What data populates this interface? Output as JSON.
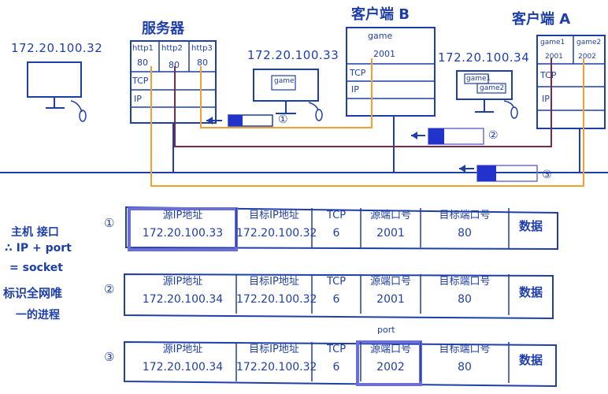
{
  "hosts": {
    "h32": {
      "ip": "172.20.100.32"
    },
    "h33": {
      "ip": "172.20.100.33",
      "screen_label": "game"
    },
    "h34": {
      "ip": "172.20.100.34",
      "screen_labels": [
        "game1",
        "game2"
      ]
    }
  },
  "server": {
    "title": "服务器",
    "ports": [
      {
        "name": "http1",
        "num": "80"
      },
      {
        "name": "http2",
        "num": "80"
      },
      {
        "name": "http3",
        "num": "80"
      }
    ],
    "layers": [
      "TCP",
      "IP"
    ]
  },
  "client_b": {
    "title": "客户端 B",
    "app": {
      "name": "game",
      "port": "2001"
    },
    "layers": [
      "TCP",
      "IP"
    ]
  },
  "client_a": {
    "title": "客户端 A",
    "apps": [
      {
        "name": "game1",
        "port": "2001"
      },
      {
        "name": "game2",
        "port": "2002"
      }
    ],
    "layers": [
      "TCP",
      "IP"
    ]
  },
  "packet_markers": [
    "①",
    "②",
    "③"
  ],
  "notes": [
    "主机 接口",
    "∴ IP + port",
    "= socket",
    "标识全网唯",
    "一的进程"
  ],
  "packets": [
    {
      "num": "①",
      "src_ip_label": "源IP地址",
      "src_ip": "172.20.100.33",
      "dst_ip_label": "目标IP地址",
      "dst_ip": "172.20.100.32",
      "proto_label": "TCP",
      "proto": "6",
      "src_port_label": "源端口号",
      "src_port": "2001",
      "dst_port_label": "目标端口号",
      "dst_port": "80",
      "data": "数据"
    },
    {
      "num": "②",
      "src_ip_label": "源IP地址",
      "src_ip": "172.20.100.34",
      "dst_ip_label": "目标IP地址",
      "dst_ip": "172.20.100.32",
      "proto_label": "TCP",
      "proto": "6",
      "src_port_label": "源端口号",
      "src_port": "2001",
      "dst_port_label": "目标端口号",
      "dst_port": "80",
      "data": "数据"
    },
    {
      "num": "③",
      "src_ip_label": "源IP地址",
      "src_ip": "172.20.100.34",
      "dst_ip_label": "目标IP地址",
      "dst_ip": "172.20.100.32",
      "proto_label": "TCP",
      "proto": "6",
      "src_port_label": "源端口号",
      "src_port": "2002",
      "dst_port_label": "目标端口号",
      "dst_port": "80",
      "data": "数据"
    }
  ],
  "port_annotation": "port",
  "colors": {
    "ink": "#1f3fa8",
    "orange": "#f0a030",
    "maroon": "#7a2a4a",
    "highlight": "#6c6fd8",
    "block": "#2233cc"
  }
}
